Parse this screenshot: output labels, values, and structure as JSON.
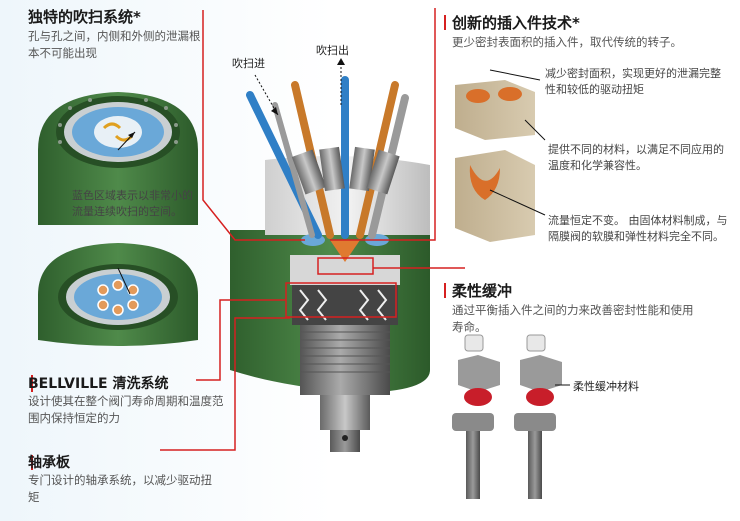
{
  "left": {
    "purge_title": "独特的吹扫系统*",
    "purge_desc": "孔与孔之间，内侧和外侧的泄漏根本不可能出现",
    "blue_note": "蓝色区域表示以非常小的流量连续吹扫的空间。",
    "bellville_title": "BELLVILLE 清洗系统",
    "bellville_desc": "设计使其在整个阀门寿命周期和温度范围内保持恒定的力",
    "bearing_title": "轴承板",
    "bearing_desc": "专门设计的轴承系统，以减少驱动扭矩"
  },
  "center": {
    "purge_in": "吹扫进",
    "purge_out": "吹扫出"
  },
  "right": {
    "insert_title": "创新的插入件技术*",
    "insert_desc": "更少密封表面积的插入件，取代传统的转子。",
    "note1": "减少密封面积，实现更好的泄漏完整性和较低的驱动扭矩",
    "note2": "提供不同的材料，以满足不同应用的温度和化学兼容性。",
    "note3": "流量恒定不变。 由固体材料制成，与隔膜阀的软膜和弹性材料完全不同。",
    "cushion_title": "柔性缓冲",
    "cushion_desc": "通过平衡插入件之间的力来改善密封性能和使用寿命。",
    "cushion_material": "柔性缓冲材料"
  },
  "colors": {
    "accent_red": "#d62020",
    "body_green": "#3f7a3c",
    "purge_blue": "#2f7fc6",
    "purge_orange": "#c8792a"
  }
}
